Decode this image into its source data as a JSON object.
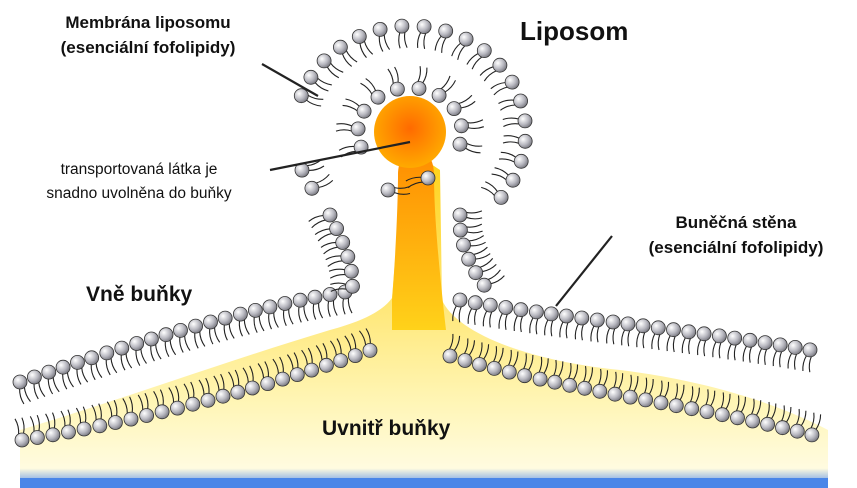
{
  "labels": {
    "membrane_line1": "Membrána liposomu",
    "membrane_line2": "(esenciální fofolipidy)",
    "liposome": "Liposom",
    "transport_line1": "transportovaná látka je",
    "transport_line2": "snadno uvolněna do buňky",
    "wall_line1": "Buněčná stěna",
    "wall_line2": "(esenciální fofolipidy)",
    "outside": "Vně buňky",
    "inside": "Uvnitř buňky"
  },
  "colors": {
    "cell_interior_top": "#ffd21a",
    "cell_interior_bottom": "#fff6b8",
    "cell_base_blue": "#4a86e8",
    "payload_core": "#ff6a00",
    "payload_edge": "#ffb000",
    "lipid_head": "#b8b8c0",
    "lipid_head_outline": "#333333",
    "lipid_tail": "#222222",
    "leader_line": "#222222"
  },
  "icons": {
    "lipid_head": "phospholipid-head-icon",
    "lipid_tail": "fatty-acid-tail-icon"
  }
}
